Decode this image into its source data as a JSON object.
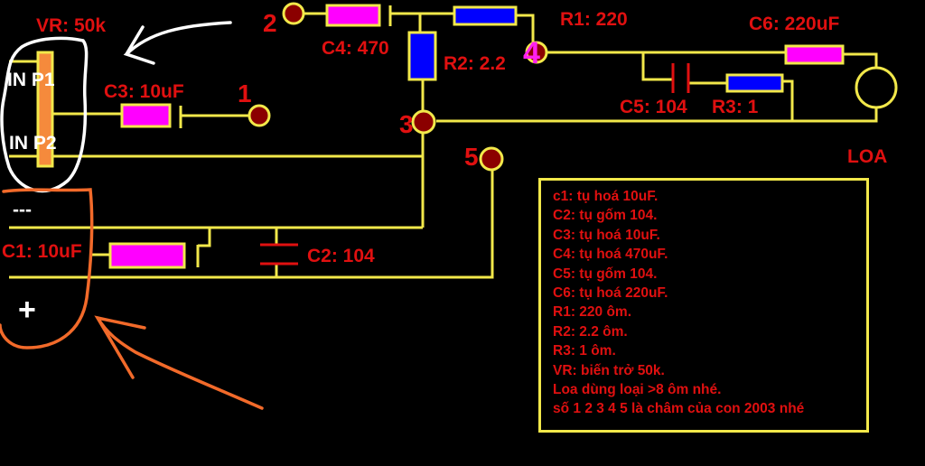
{
  "colors": {
    "background": "#000000",
    "wire": "#f2e84a",
    "label": "#e01010",
    "electrolytic_cap": "#ff00ff",
    "resistor": "#0000ff",
    "potentiometer": "#f58a3c",
    "node_fill": "#8b0000",
    "annotation_white": "#ffffff",
    "annotation_orange": "#f26a2a"
  },
  "components": {
    "vr": "VR: 50k",
    "c3": "C3: 10uF",
    "c4": "C4: 470",
    "r2": "R2: 2.2",
    "r1": "R1: 220",
    "c6": "C6: 220uF",
    "c5": "C5: 104",
    "r3": "R3: 1",
    "c1": "C1: 10uF",
    "c2": "C2: 104"
  },
  "inputs": {
    "in_p1": "IN P1",
    "in_p2": "IN P2",
    "minus": "---",
    "plus": "+"
  },
  "nodes": [
    "1",
    "2",
    "3",
    "4",
    "5"
  ],
  "speaker_label": "LOA",
  "notes": [
    "c1: tụ hoá 10uF.",
    "C2: tụ gốm 104.",
    "C3: tụ hoá 10uF.",
    "C4: tụ hoá 470uF.",
    "C5: tụ gốm 104.",
    "C6: tụ hoá 220uF.",
    "R1: 220 ôm.",
    "R2: 2.2 ôm.",
    "R3: 1 ôm.",
    "VR: biến trở 50k.",
    "Loa dùng loại >8 ôm nhé.",
    "số 1 2 3 4 5 là châm của con 2003 nhé"
  ]
}
